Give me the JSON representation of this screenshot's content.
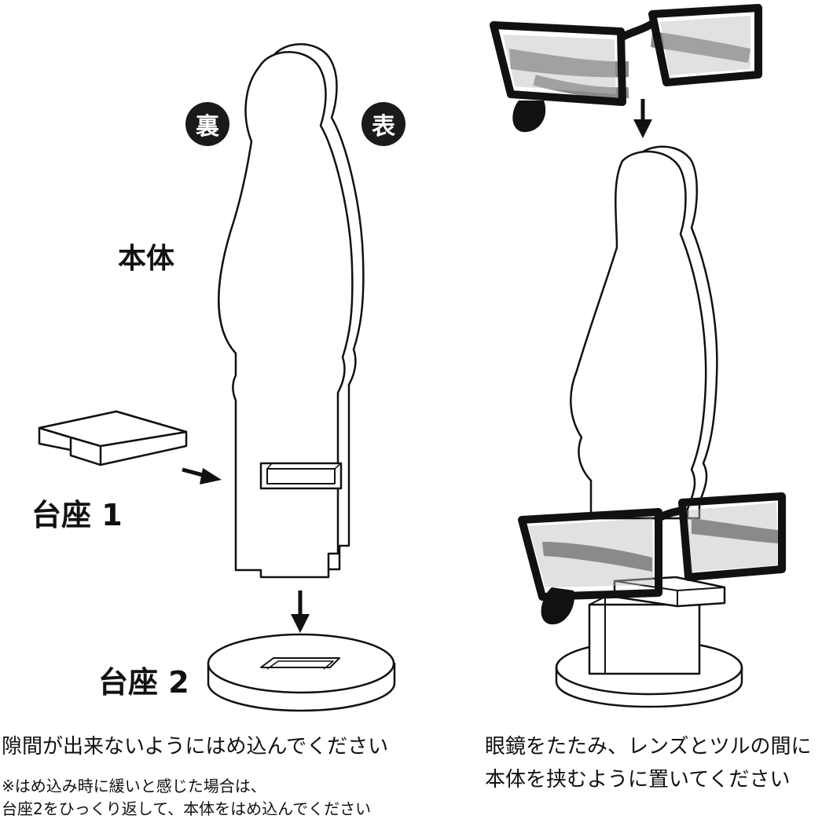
{
  "badges": {
    "back": "裏",
    "front": "表"
  },
  "labels": {
    "body": "本体",
    "base1": "台座 1",
    "base2": "台座 2"
  },
  "captions": {
    "left_main": "隙間が出来ないようにはめ込んでください",
    "left_note_1": "※はめ込み時に緩いと感じた場合は、",
    "left_note_2": "台座2をひっくり返して、本体をはめ込んでください",
    "right_line_1": "眼鏡をたたみ、レンズとツルの間に",
    "right_line_2": "本体を挟むように置いてください"
  }
}
